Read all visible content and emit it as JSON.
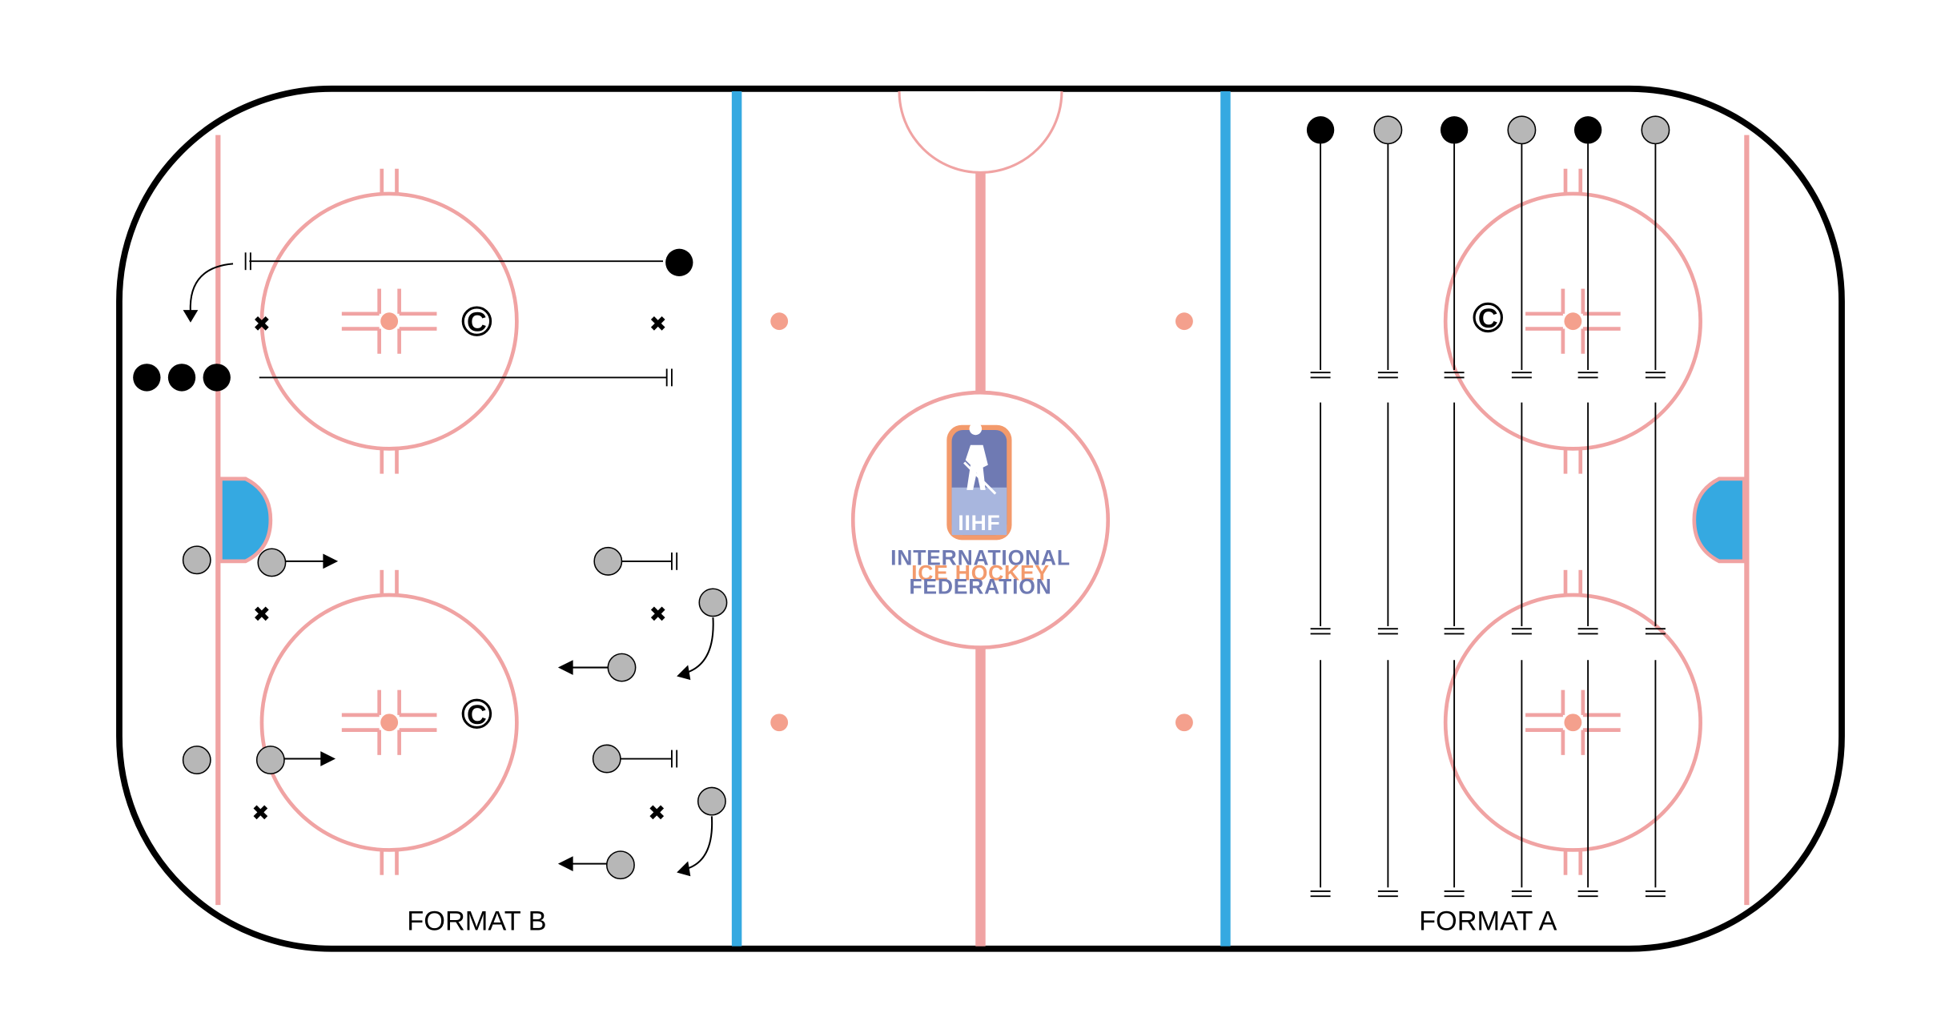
{
  "labels": {
    "format_b": "FORMAT B",
    "format_a": "FORMAT A"
  },
  "logo": {
    "mark": "IIHF",
    "line1": "INTERNATIONAL",
    "line2": "ICE HOCKEY",
    "line3": "FEDERATION"
  },
  "symbols": {
    "coach_badge": "C",
    "cone": "✖"
  },
  "colors": {
    "rink_border": "#000000",
    "red_lines": "#f0a3a3",
    "blue_lines": "#35a9e1",
    "crease_fill": "#35a9e1",
    "dot_fill": "#f4a08d",
    "player_dark": "#000000",
    "player_light": "#b7b7b7",
    "logo_blue": "#6f7ab3",
    "logo_orange": "#f39a6c"
  }
}
